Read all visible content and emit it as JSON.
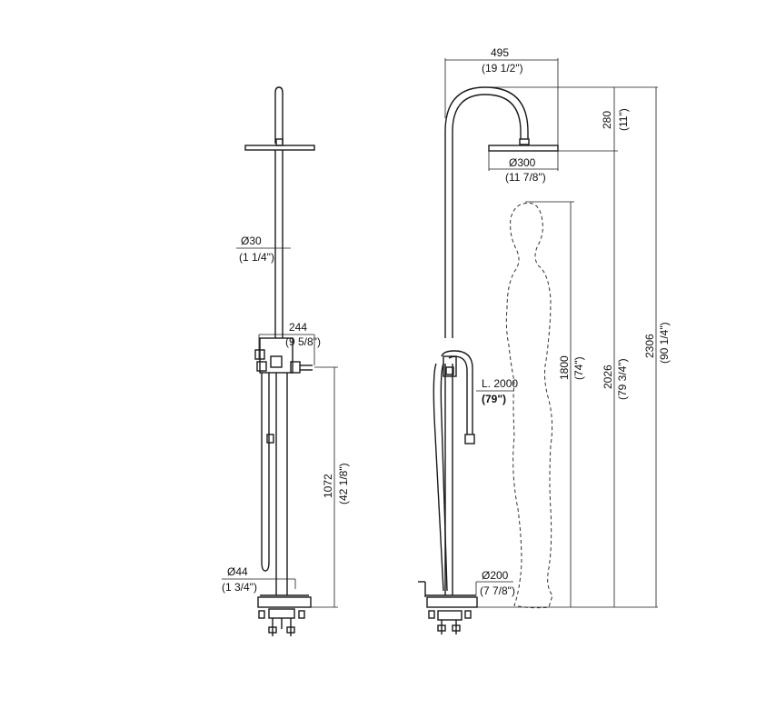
{
  "dimensions": {
    "width_top": "495",
    "width_top_in": "(19 1/2\")",
    "head_drop": "280",
    "head_drop_in": "(11\")",
    "head_dia": "Ø300",
    "head_dia_in": "(11 7/8\")",
    "person_height": "1800",
    "person_height_in": "(74\")",
    "head_height": "2026",
    "head_height_in": "(79 3/4\")",
    "total_height": "2306",
    "total_height_in": "(90 1/4\")",
    "hose_length": "L. 2000",
    "hose_length_in": "(79\")",
    "base_dia": "Ø200",
    "base_dia_in": "(7 7/8\")",
    "pipe_dia": "Ø30",
    "pipe_dia_in": "(1 1/4\")",
    "mixer_reach": "244",
    "mixer_reach_in": "(9 5/8\")",
    "mixer_height": "1072",
    "mixer_height_in": "(42 1/8\")",
    "column_dia": "Ø44",
    "column_dia_in": "(1 3/4\")"
  }
}
